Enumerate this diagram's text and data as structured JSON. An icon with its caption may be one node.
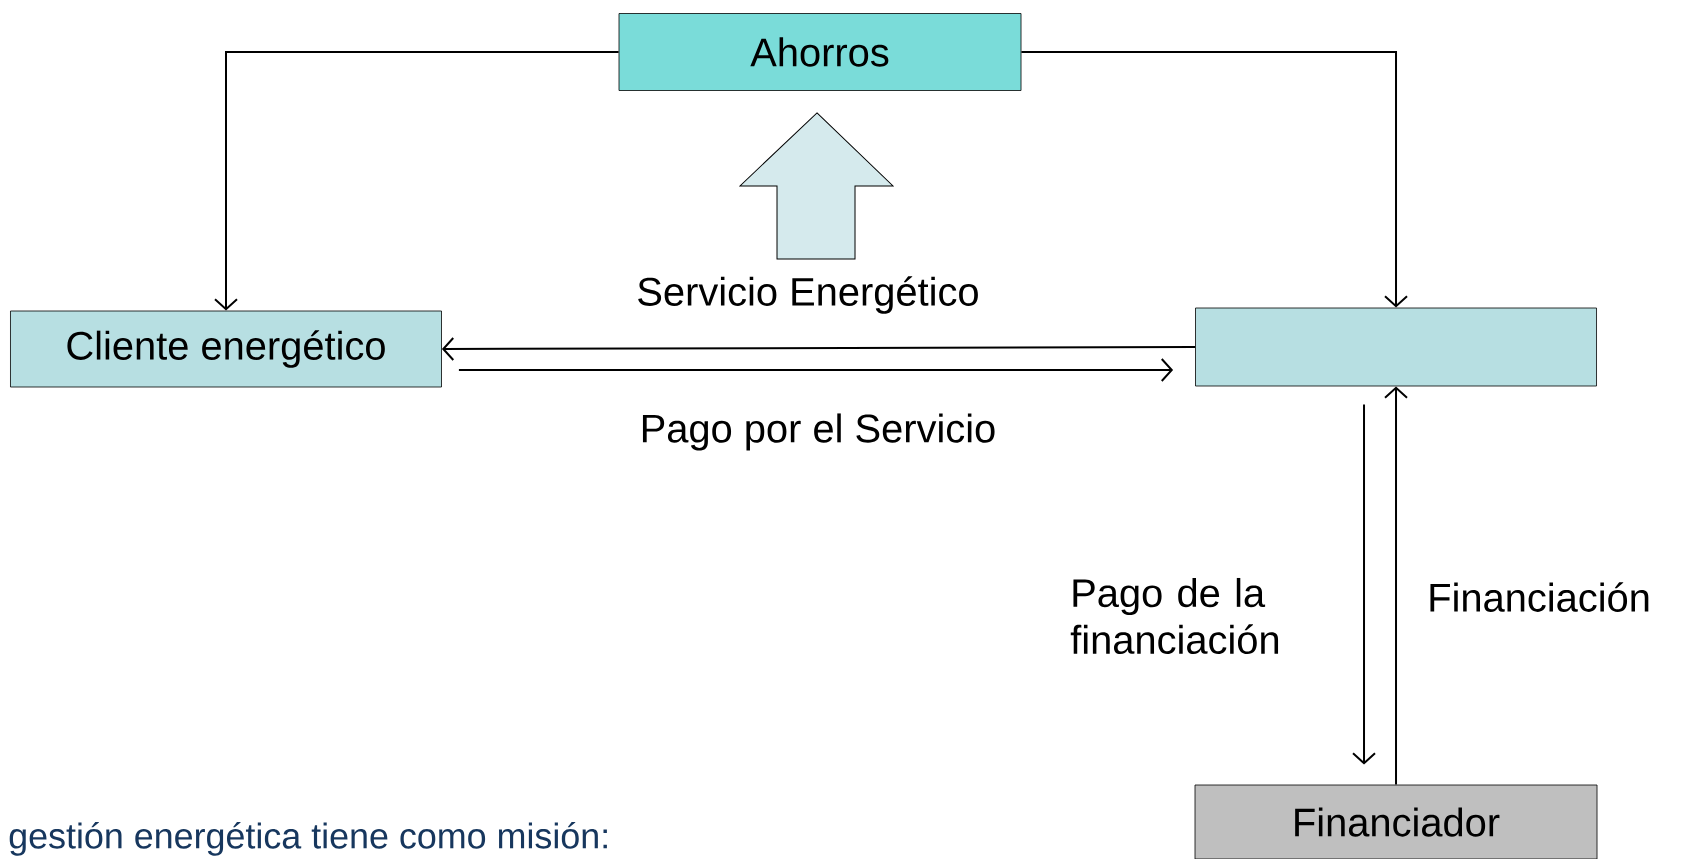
{
  "diagram": {
    "nodes": [
      {
        "text": [
          "Ahorros"
        ]
      },
      {
        "text": [
          "Cliente energético"
        ]
      },
      {
        "text": [],
        "shape": "box"
      },
      {
        "text": [
          "Financiador"
        ]
      }
    ],
    "edges": [
      {
        "from": null,
        "to": 0,
        "arrow": "to",
        "style": "thick"
      },
      {
        "from": 0,
        "to": 1,
        "arrow": "to"
      },
      {
        "from": 0,
        "to": 2,
        "arrow": "to"
      },
      {
        "from": 2,
        "to": 1,
        "arrow": "to",
        "label": "Servicio Energético"
      },
      {
        "from": 1,
        "to": 2,
        "arrow": "to",
        "label": "Pago por el Servicio"
      },
      {
        "from": 2,
        "to": 3,
        "arrow": "to",
        "label": "Pago de la financiación"
      },
      {
        "from": 3,
        "to": 2,
        "arrow": "to",
        "label": "Financiación"
      }
    ],
    "labels": [
      "gestión energética tiene como misión:"
    ]
  }
}
